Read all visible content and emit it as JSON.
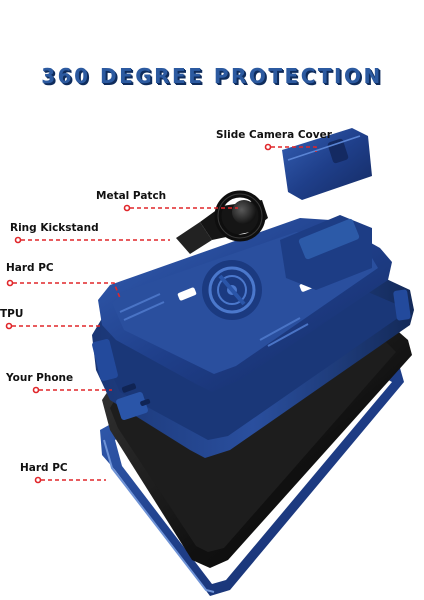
{
  "title": "360 DEGREE PROTECTION",
  "callouts": {
    "slide_camera_cover": "Slide Camera Cover",
    "metal_patch": "Metal Patch",
    "ring_kickstand": "Ring Kickstand",
    "hard_pc_top": "Hard PC",
    "tpu": "TPU",
    "your_phone": "Your Phone",
    "hard_pc_bottom": "Hard PC"
  },
  "colors": {
    "title": "#2c5aa0",
    "case_blue": "#1f3f8a",
    "leader_line": "#e0262a",
    "label_text": "#111111"
  }
}
